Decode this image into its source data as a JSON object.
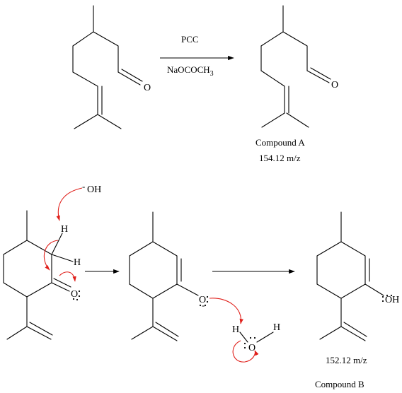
{
  "reaction1": {
    "reagent_top": "PCC",
    "reagent_bottom": "NaOCOCH",
    "reagent_bottom_sub": "3",
    "product_name": "Compound A",
    "product_mass": "154.12 m/z"
  },
  "atoms": {
    "o1": "O",
    "o2": "O",
    "hydroxide": "OH",
    "hydroxide_charge": "-",
    "h1": "H",
    "h2": "H",
    "o_ketone": "O",
    "o_enolate": "O",
    "enolate_charge": "-",
    "water_h_left": "H",
    "water_o": "O",
    "water_h_right": "H",
    "enol_oh": "OH"
  },
  "mechanism": {
    "product_mass": "152.12 m/z",
    "product_name": "Compound B"
  },
  "colors": {
    "bonds": "#000000",
    "electron_arrows": "#e0201b"
  }
}
